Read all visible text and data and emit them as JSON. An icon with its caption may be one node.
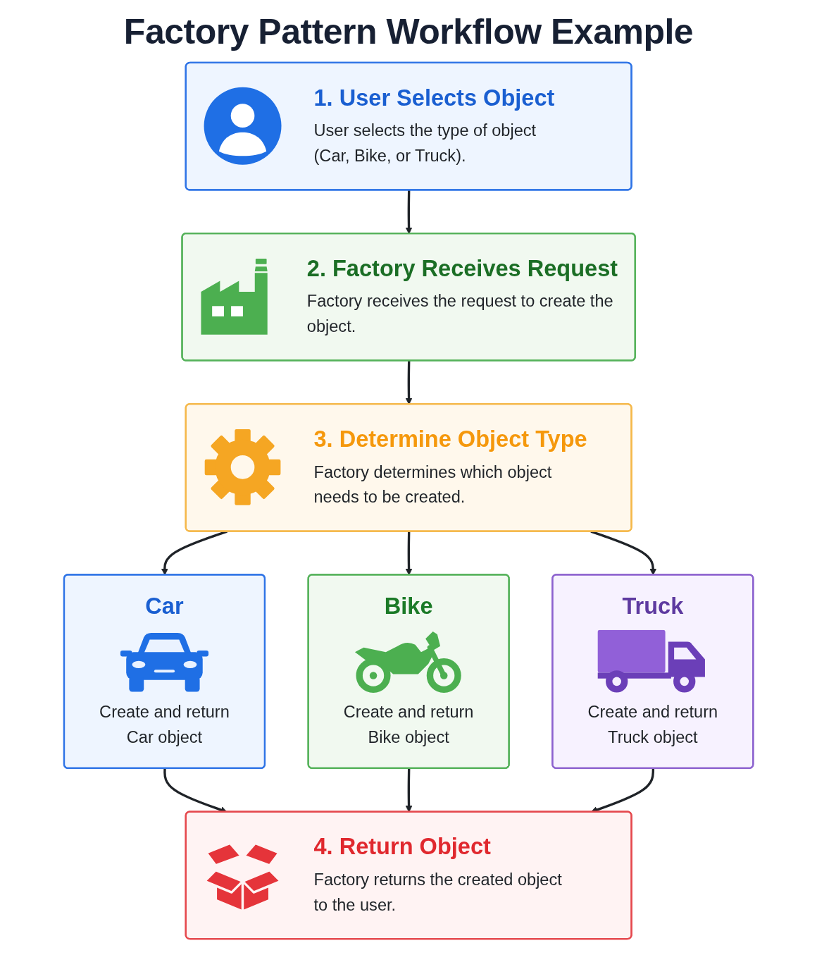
{
  "diagram": {
    "title": "Factory Pattern Workflow Example",
    "nodes": [
      {
        "text": [
          "1. User Selects Object",
          "User selects the type of object (Car, Bike, or Truck)."
        ]
      },
      {
        "text": [
          "2. Factory Receives Request",
          "Factory receives the request to create the object."
        ]
      },
      {
        "text": [
          "3. Determine Object Type",
          "Factory determines which object needs to be created."
        ]
      },
      {
        "text": [
          "Car",
          "Create and return Car object"
        ]
      },
      {
        "text": [
          "Bike",
          "Create and return Bike object"
        ]
      },
      {
        "text": [
          "Truck",
          "Create and return Truck object"
        ]
      },
      {
        "text": [
          "4. Return Object",
          "Factory returns the created object to the user."
        ]
      }
    ],
    "edges": [
      {
        "from": 0,
        "to": 1,
        "arrow": "to"
      },
      {
        "from": 1,
        "to": 2,
        "arrow": "to"
      },
      {
        "from": 2,
        "to": 3,
        "arrow": "to"
      },
      {
        "from": 2,
        "to": 4,
        "arrow": "to"
      },
      {
        "from": 2,
        "to": 5,
        "arrow": "to"
      },
      {
        "from": 3,
        "to": 6,
        "arrow": "to"
      },
      {
        "from": 4,
        "to": 6,
        "arrow": "to"
      },
      {
        "from": 5,
        "to": 6,
        "arrow": "to"
      }
    ]
  }
}
